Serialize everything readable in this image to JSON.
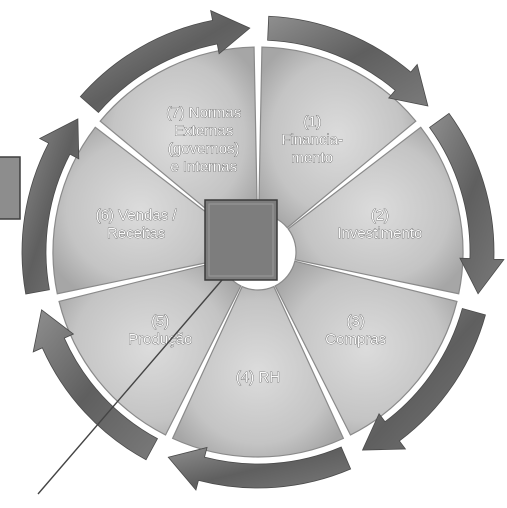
{
  "diagram": {
    "segments": [
      {
        "id": "financiamento",
        "lines": [
          "(1)",
          "Financia-",
          "mento"
        ]
      },
      {
        "id": "investimento",
        "lines": [
          "(2)",
          "Investimento"
        ]
      },
      {
        "id": "compras",
        "lines": [
          "(3)",
          "Compras"
        ]
      },
      {
        "id": "rh",
        "lines": [
          "(4) RH"
        ]
      },
      {
        "id": "producao",
        "lines": [
          "(5)",
          "Produção"
        ]
      },
      {
        "id": "vendas-receitas",
        "lines": [
          "(6) Vendas /",
          "Receitas"
        ]
      },
      {
        "id": "normas",
        "lines": [
          "(7) Normas",
          "Externas",
          "(governos)",
          "e Internas"
        ]
      }
    ],
    "colors": {
      "segment_fill": "#c9c9c9",
      "segment_edge": "#8a8a8a",
      "arrow_ring": "#6e6e6e",
      "center_box": "#7d7d7d",
      "pointer_line": "#444444"
    }
  }
}
